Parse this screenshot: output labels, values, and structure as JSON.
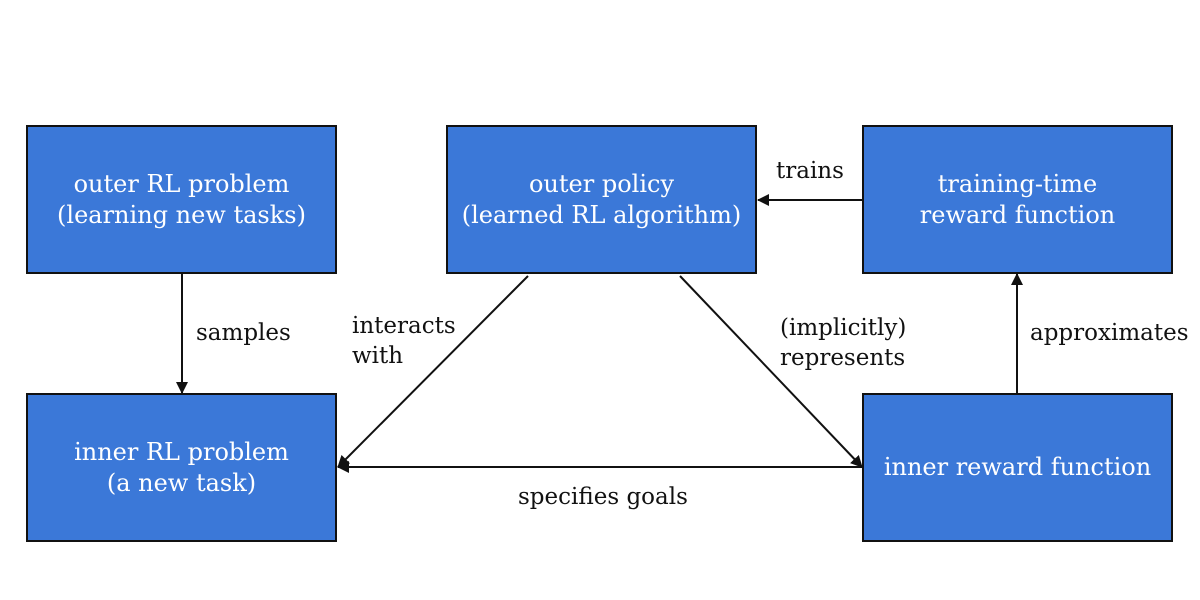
{
  "nodes": {
    "outer_rl_problem": {
      "lines": [
        "outer RL problem",
        "(learning new tasks)"
      ]
    },
    "outer_policy": {
      "lines": [
        "outer policy",
        "(learned RL algorithm)"
      ]
    },
    "training_reward": {
      "lines": [
        "training-time",
        "reward function"
      ]
    },
    "inner_rl_problem": {
      "lines": [
        "inner RL problem",
        "(a new task)"
      ]
    },
    "inner_reward": {
      "lines": [
        "inner reward function"
      ]
    }
  },
  "edges": {
    "samples": {
      "lines": [
        "samples"
      ]
    },
    "trains": {
      "lines": [
        "trains"
      ]
    },
    "interacts_with": {
      "lines": [
        "interacts",
        "with"
      ]
    },
    "implicitly_represents": {
      "lines": [
        "(implicitly)",
        "represents"
      ]
    },
    "approximates": {
      "lines": [
        "approximates"
      ]
    },
    "specifies_goals": {
      "lines": [
        "specifies goals"
      ]
    }
  },
  "colors": {
    "box_fill": "#3b78d8",
    "box_border": "#111111",
    "box_text": "#ffffff",
    "arrow": "#111111"
  }
}
